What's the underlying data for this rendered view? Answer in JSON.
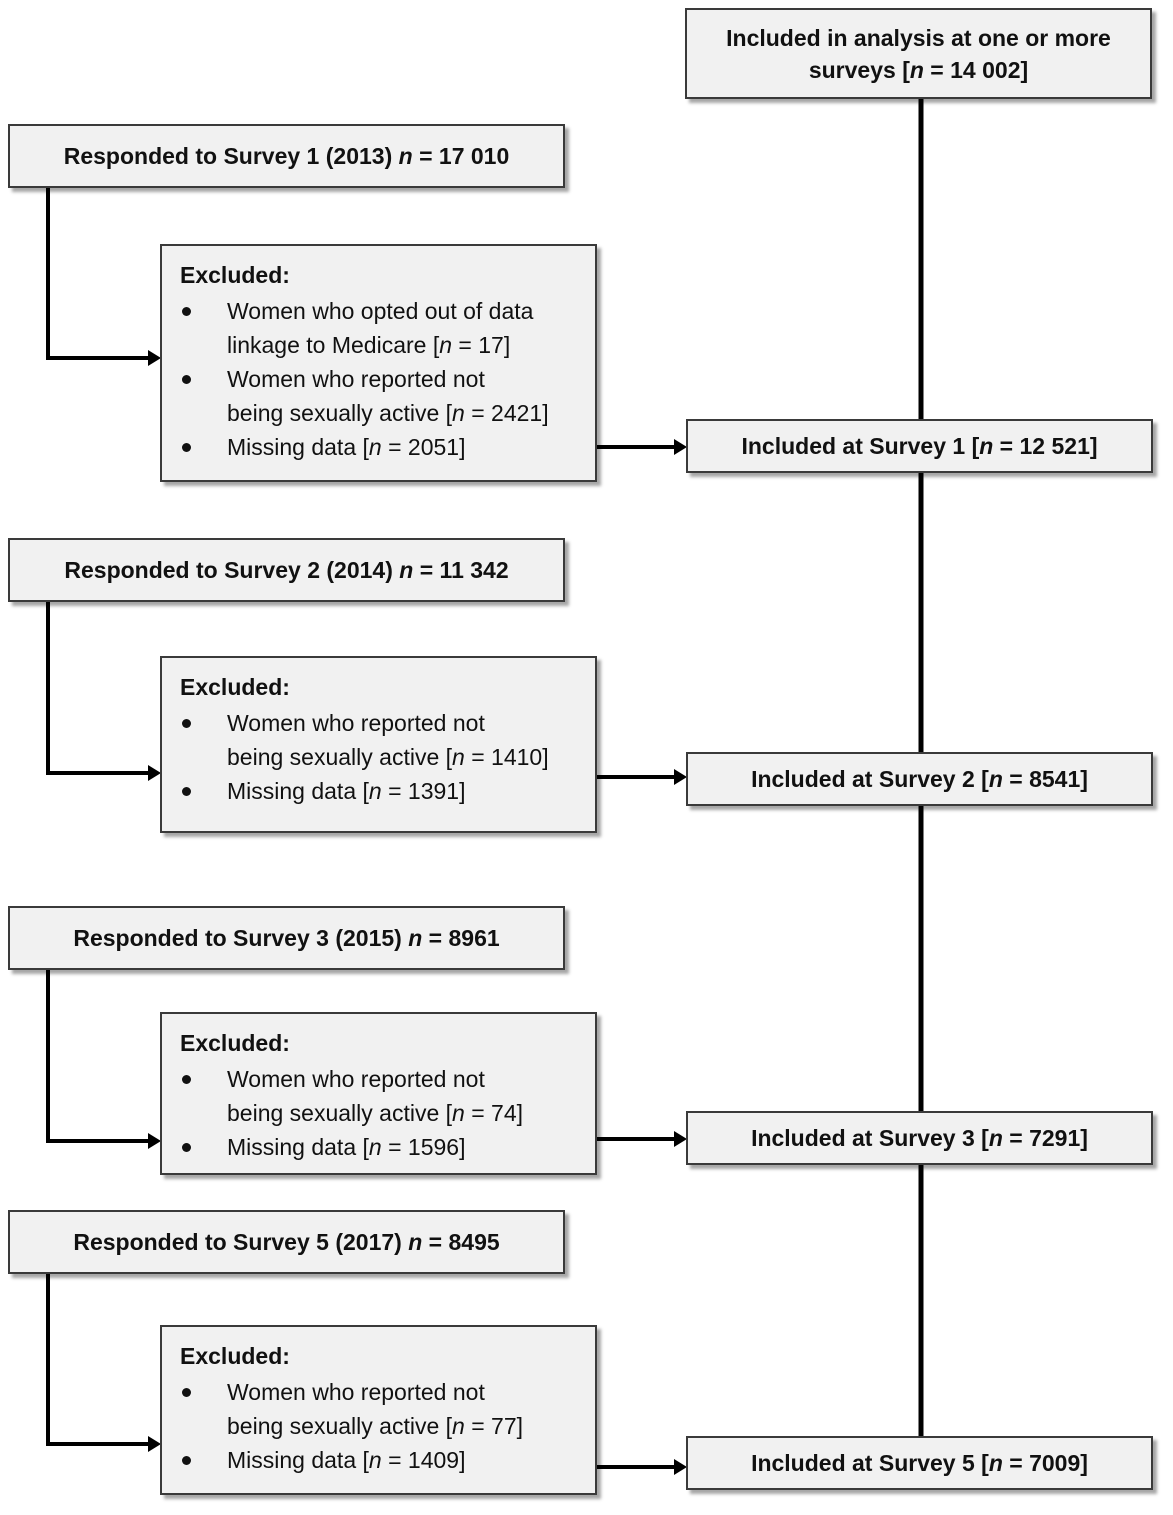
{
  "top": {
    "line1": "Included in analysis at one or more",
    "line2_prefix": "surveys [",
    "n": "n",
    "line2_suffix": " = 14 002]"
  },
  "surveys": [
    {
      "responded": {
        "prefix": "Responded to Survey 1 (2013) ",
        "n": "n",
        "value": " = 17 010"
      },
      "excluded_title": "Excluded:",
      "excluded": [
        {
          "l1": "Women who opted out of data",
          "l2_prefix": "linkage to Medicare [",
          "n": "n",
          "l2_suffix": " = 17]"
        },
        {
          "l1": "Women who reported not",
          "l2_prefix": "being sexually active [",
          "n": "n",
          "l2_suffix": " = 2421]"
        },
        {
          "l1": "",
          "l2_prefix": "Missing data [",
          "n": "n",
          "l2_suffix": " = 2051]"
        }
      ],
      "included": {
        "prefix": "Included at Survey 1 [",
        "n": "n",
        "suffix": " = 12 521]"
      }
    },
    {
      "responded": {
        "prefix": "Responded to Survey 2 (2014) ",
        "n": "n",
        "value": " = 11 342"
      },
      "excluded_title": "Excluded:",
      "excluded": [
        {
          "l1": "Women who reported not",
          "l2_prefix": "being sexually active [",
          "n": "n",
          "l2_suffix": " = 1410]"
        },
        {
          "l1": "",
          "l2_prefix": "Missing data [",
          "n": "n",
          "l2_suffix": " = 1391]"
        }
      ],
      "included": {
        "prefix": "Included at Survey 2 [",
        "n": "n",
        "suffix": " = 8541]"
      }
    },
    {
      "responded": {
        "prefix": "Responded to Survey 3 (2015) ",
        "n": "n",
        "value": " = 8961"
      },
      "excluded_title": "Excluded:",
      "excluded": [
        {
          "l1": "Women who reported not",
          "l2_prefix": "being sexually active [",
          "n": "n",
          "l2_suffix": " = 74]"
        },
        {
          "l1": "",
          "l2_prefix": "Missing data [",
          "n": "n",
          "l2_suffix": " = 1596]"
        }
      ],
      "included": {
        "prefix": "Included at Survey 3 [",
        "n": "n",
        "suffix": " = 7291]"
      }
    },
    {
      "responded": {
        "prefix": "Responded to Survey 5 (2017) ",
        "n": "n",
        "value": " = 8495"
      },
      "excluded_title": "Excluded:",
      "excluded": [
        {
          "l1": "Women who reported not",
          "l2_prefix": "being sexually active [",
          "n": "n",
          "l2_suffix": " = 77]"
        },
        {
          "l1": "",
          "l2_prefix": "Missing data [",
          "n": "n",
          "l2_suffix": " = 1409]"
        }
      ],
      "included": {
        "prefix": "Included at Survey 5 [",
        "n": "n",
        "suffix": " = 7009]"
      }
    }
  ]
}
